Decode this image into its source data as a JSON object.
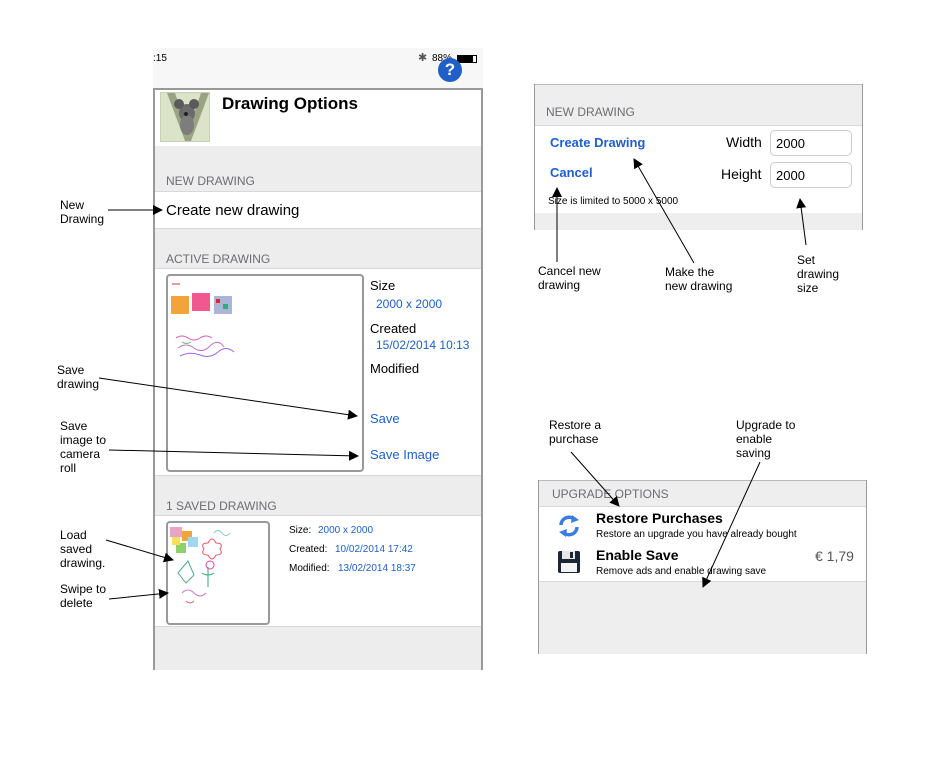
{
  "status_bar": {
    "time": ":15",
    "battery": "88%"
  },
  "app": {
    "title": "Drawing Options"
  },
  "new_drawing_section": {
    "header": "NEW DRAWING",
    "row_label": "Create new drawing"
  },
  "active_drawing": {
    "header": "ACTIVE DRAWING",
    "size_label": "Size",
    "size_value": "2000 x 2000",
    "created_label": "Created",
    "created_value": "15/02/2014 10:13",
    "modified_label": "Modified",
    "save_label": "Save",
    "save_image_label": "Save Image"
  },
  "saved_drawings": {
    "header": "1 SAVED DRAWING",
    "items": [
      {
        "size_label": "Size:",
        "size_value": "2000 x 2000",
        "created_label": "Created:",
        "created_value": "10/02/2014 17:42",
        "modified_label": "Modified:",
        "modified_value": "13/02/2014 18:37"
      }
    ]
  },
  "new_drawing_panel": {
    "header": "NEW DRAWING",
    "create_label": "Create Drawing",
    "cancel_label": "Cancel",
    "width_label": "Width",
    "width_value": "2000",
    "height_label": "Height",
    "height_value": "2000",
    "limit_note": "Size is limited to 5000 x 5000"
  },
  "upgrade_panel": {
    "header": "UPGRADE OPTIONS",
    "restore_title": "Restore Purchases",
    "restore_sub": "Restore an upgrade you have already bought",
    "enable_title": "Enable Save",
    "enable_sub": "Remove ads and enable drawing save",
    "enable_price": "€ 1,79"
  },
  "annotations": {
    "new_drawing": "New\nDrawing",
    "save_drawing": "Save\ndrawing",
    "save_image": "Save\nimage to\ncamera\nroll",
    "load_saved": "Load\nsaved\ndrawing.",
    "swipe_delete": "Swipe to\ndelete",
    "cancel_new": "Cancel new\ndrawing",
    "make_new": "Make the\nnew drawing",
    "set_size": "Set\ndrawing\nsize",
    "restore_purchase": "Restore a\npurchase",
    "upgrade_saving": "Upgrade to\nenable\nsaving"
  },
  "icons": {
    "help": "question-mark-icon",
    "restore": "refresh-arrows-icon",
    "enable_save": "floppy-disk-icon",
    "bluetooth": "bluetooth-icon"
  },
  "colors": {
    "link_blue": "#1f5fc7",
    "help_button": "#1f5fc7",
    "section_bg": "#ededed"
  }
}
